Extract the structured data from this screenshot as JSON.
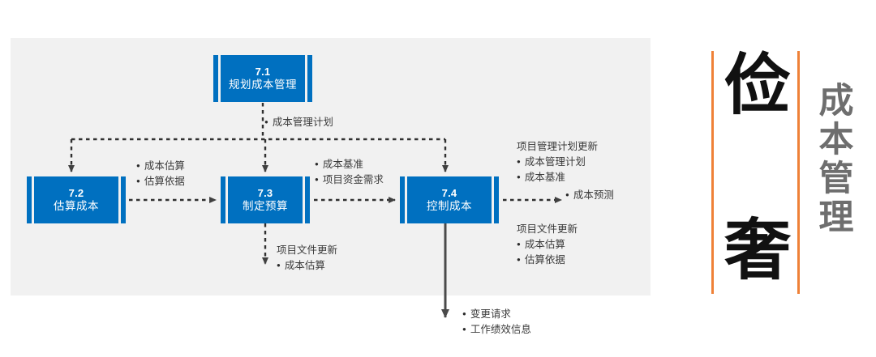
{
  "diagram": {
    "title_accent_color": "#0070c0",
    "panel_bg": "#f1f1f1",
    "boxes": [
      {
        "id": "7.1",
        "num": "7.1",
        "name": "规划成本管理"
      },
      {
        "id": "7.2",
        "num": "7.2",
        "name": "估算成本"
      },
      {
        "id": "7.3",
        "num": "7.3",
        "name": "制定预算"
      },
      {
        "id": "7.4",
        "num": "7.4",
        "name": "控制成本"
      }
    ],
    "annotations": {
      "plan": {
        "items": [
          "成本管理计划"
        ]
      },
      "estimate": {
        "items": [
          "成本估算",
          "估算依据"
        ]
      },
      "baseline": {
        "items": [
          "成本基准",
          "项目资金需求"
        ]
      },
      "pmp_update": {
        "header": "项目管理计划更新",
        "items": [
          "成本管理计划",
          "成本基准"
        ]
      },
      "forecast": {
        "items": [
          "成本预测"
        ]
      },
      "doc_update_1": {
        "header": "项目文件更新",
        "items": [
          "成本估算"
        ]
      },
      "doc_update_2": {
        "header": "项目文件更新",
        "items": [
          "成本估算",
          "估算依据"
        ]
      },
      "outputs": {
        "items": [
          "变更请求",
          "工作绩效信息"
        ]
      }
    }
  },
  "sidebar": {
    "rule_color": "#ef8137",
    "char_top": "俭",
    "char_bottom": "奢",
    "vertical_title": [
      "成",
      "本",
      "管",
      "理"
    ]
  }
}
